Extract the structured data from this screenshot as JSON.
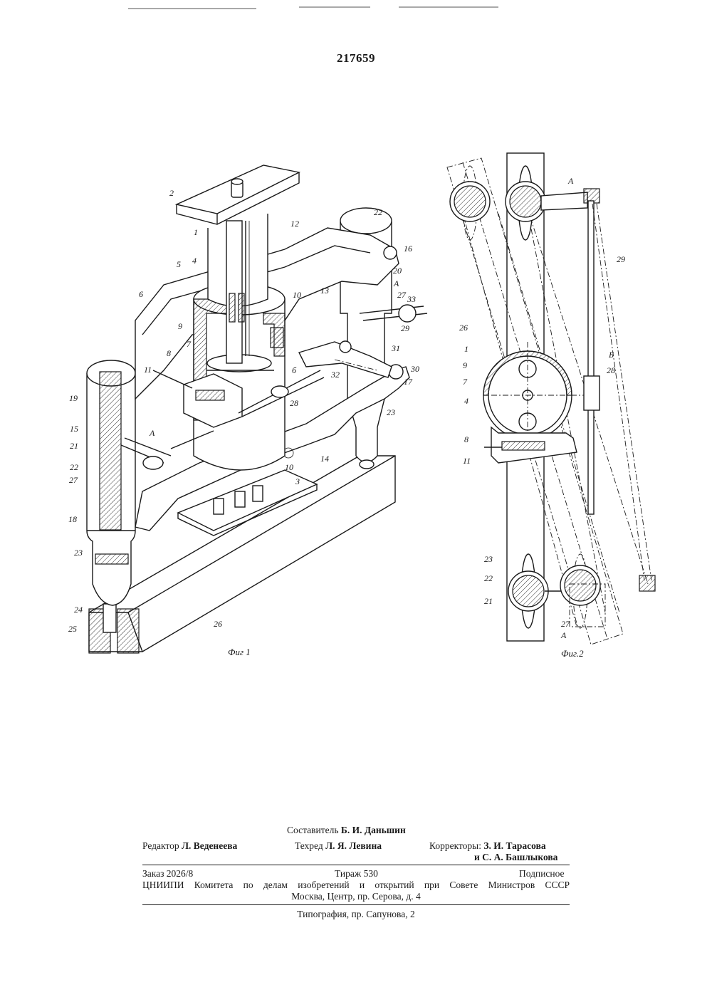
{
  "patent_number": "217659",
  "figures": {
    "fig1": {
      "caption": "Фиг 1",
      "labels": [
        "2",
        "22",
        "1",
        "12",
        "4",
        "16",
        "5",
        "20",
        "6",
        "13",
        "А",
        "27",
        "33",
        "10",
        "9",
        "29",
        "7",
        "31",
        "8",
        "б",
        "30",
        "11",
        "32",
        "17",
        "19",
        "28",
        "23",
        "15",
        "А",
        "21",
        "22",
        "27",
        "14",
        "10",
        "3",
        "18",
        "23",
        "24",
        "25",
        "26"
      ]
    },
    "fig2": {
      "caption": "Фиг.2",
      "labels": [
        "А",
        "29",
        "26",
        "1",
        "Б",
        "9",
        "28",
        "7",
        "4",
        "8",
        "11",
        "23",
        "22",
        "21",
        "27",
        "А"
      ]
    }
  },
  "imprint": {
    "compiler_label": "Составитель",
    "compiler_name": "Б. И. Даньшин",
    "editor_label": "Редактор",
    "editor_name": "Л. Веденеева",
    "techred_label": "Техред",
    "techred_name": "Л. Я. Левина",
    "correctors_label": "Корректоры:",
    "correctors_name_1": "З. И. Тарасова",
    "correctors_name_2": "и С. А. Башлыкова",
    "order": "Заказ 2026/8",
    "circulation": "Тираж 530",
    "subscription": "Подписное",
    "org_line": "ЦНИИПИ Комитета по делам изобретений и открытий при Совете Министров СССР",
    "address_line": "Москва, Центр, пр. Серова, д. 4",
    "printer_line": "Типография, пр. Сапунова, 2"
  }
}
